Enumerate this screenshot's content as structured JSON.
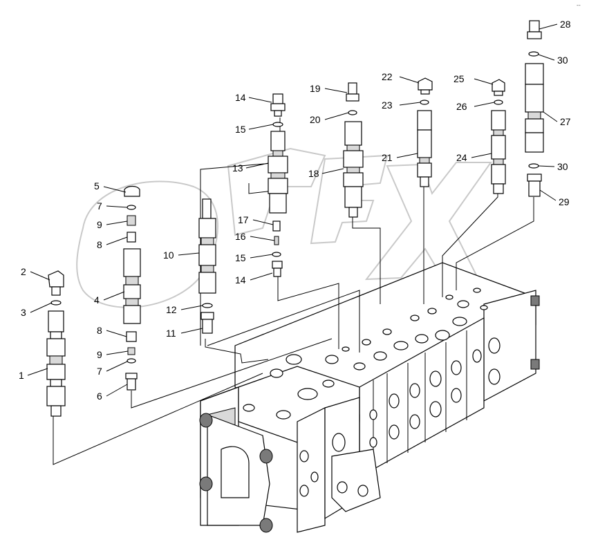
{
  "corner_mark": "--",
  "callouts": [
    {
      "id": "c1",
      "text": "1"
    },
    {
      "id": "c2",
      "text": "2"
    },
    {
      "id": "c3",
      "text": "3"
    },
    {
      "id": "c4",
      "text": "4"
    },
    {
      "id": "c5",
      "text": "5"
    },
    {
      "id": "c6",
      "text": "6"
    },
    {
      "id": "c7a",
      "text": "7"
    },
    {
      "id": "c7b",
      "text": "7"
    },
    {
      "id": "c8a",
      "text": "8"
    },
    {
      "id": "c8b",
      "text": "8"
    },
    {
      "id": "c9a",
      "text": "9"
    },
    {
      "id": "c9b",
      "text": "9"
    },
    {
      "id": "c10",
      "text": "10"
    },
    {
      "id": "c11",
      "text": "11"
    },
    {
      "id": "c12",
      "text": "12"
    },
    {
      "id": "c13",
      "text": "13"
    },
    {
      "id": "c14a",
      "text": "14"
    },
    {
      "id": "c14b",
      "text": "14"
    },
    {
      "id": "c15a",
      "text": "15"
    },
    {
      "id": "c15b",
      "text": "15"
    },
    {
      "id": "c16",
      "text": "16"
    },
    {
      "id": "c17",
      "text": "17"
    },
    {
      "id": "c18",
      "text": "18"
    },
    {
      "id": "c19",
      "text": "19"
    },
    {
      "id": "c20",
      "text": "20"
    },
    {
      "id": "c21",
      "text": "21"
    },
    {
      "id": "c22",
      "text": "22"
    },
    {
      "id": "c23",
      "text": "23"
    },
    {
      "id": "c24",
      "text": "24"
    },
    {
      "id": "c25",
      "text": "25"
    },
    {
      "id": "c26",
      "text": "26"
    },
    {
      "id": "c27",
      "text": "27"
    },
    {
      "id": "c28",
      "text": "28"
    },
    {
      "id": "c29",
      "text": "29"
    },
    {
      "id": "c30a",
      "text": "30"
    },
    {
      "id": "c30b",
      "text": "30"
    }
  ]
}
